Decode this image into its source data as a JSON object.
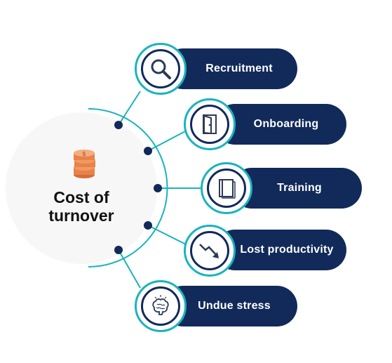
{
  "center": {
    "title_line1": "Cost of",
    "title_line2": "turnover"
  },
  "items": [
    {
      "label": "Recruitment",
      "icon": "magnifier-icon"
    },
    {
      "label": "Onboarding",
      "icon": "door-icon"
    },
    {
      "label": "Training",
      "icon": "book-icon"
    },
    {
      "label": "Lost productivity",
      "icon": "trend-down-icon"
    },
    {
      "label": "Undue stress",
      "icon": "stressed-brain-icon"
    }
  ],
  "colors": {
    "navy": "#112a5a",
    "teal": "#1ab3bd",
    "dot": "#13295a",
    "center_bg": "#f7f7f7",
    "coins": "#e8824a"
  }
}
